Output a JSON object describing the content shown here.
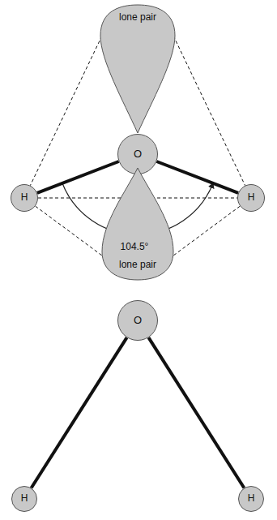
{
  "diagram": {
    "nodes": [
      {
        "text": [
          "lone pair"
        ]
      },
      {
        "text": [
          "O"
        ]
      },
      {
        "text": [
          "H"
        ]
      },
      {
        "text": [
          "H"
        ]
      },
      {
        "text": [
          "lone pair"
        ]
      },
      {
        "text": [
          "O"
        ]
      },
      {
        "text": [
          "H"
        ]
      },
      {
        "text": [
          "H"
        ]
      }
    ],
    "edges": [
      {
        "from": 1,
        "to": 2,
        "arrow": "none"
      },
      {
        "from": 1,
        "to": 3,
        "arrow": "none"
      },
      {
        "from": 0,
        "to": 2,
        "arrow": "none"
      },
      {
        "from": 0,
        "to": 3,
        "arrow": "none"
      },
      {
        "from": 2,
        "to": 3,
        "arrow": "none"
      },
      {
        "from": 2,
        "to": 4,
        "arrow": "none"
      },
      {
        "from": 3,
        "to": 4,
        "arrow": "none"
      },
      {
        "from": 5,
        "to": 6,
        "arrow": "none"
      },
      {
        "from": 5,
        "to": 7,
        "arrow": "none"
      }
    ],
    "labels": [
      "104.5°"
    ]
  }
}
